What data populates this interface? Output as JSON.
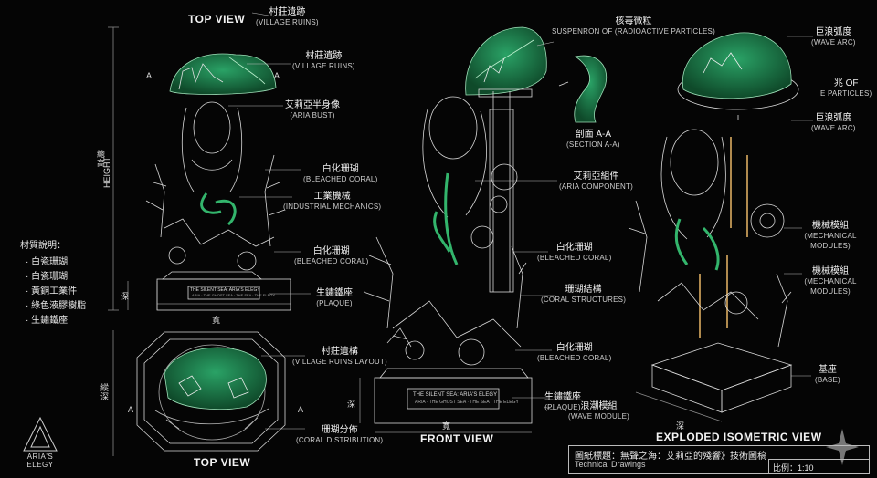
{
  "views": {
    "top_view_title": "TOP VIEW",
    "top_view_bottom_title": "TOP VIEW",
    "front_view_title": "FRONT VIEW",
    "exploded_title": "EXPLODED ISOMETRIC VIEW"
  },
  "labels": [
    {
      "id": "village-ruins-1",
      "zh": "村莊遺跡",
      "en": "(VILLAGE RUINS)"
    },
    {
      "id": "village-ruins-2",
      "zh": "村莊遺跡",
      "en": "(VILLAGE RUINS)"
    },
    {
      "id": "aria-bust",
      "zh": "艾莉亞半身像",
      "en": "(ARIA BUST)"
    },
    {
      "id": "bleached-coral-1",
      "zh": "白化珊瑚",
      "en": "(BLEACHED CORAL)"
    },
    {
      "id": "industrial-mechanics",
      "zh": "工業機械",
      "en": "(INDUSTRIAL MECHANICS)"
    },
    {
      "id": "bleached-coral-2",
      "zh": "白化珊瑚",
      "en": "(BLEACHED CORAL)"
    },
    {
      "id": "plaque-1",
      "zh": "生鏽鐵座",
      "en": "(PLAQUE)"
    },
    {
      "id": "village-ruins-layout",
      "zh": "村莊遺構",
      "en": "(VILLAGE RUINS LAYOUT)"
    },
    {
      "id": "coral-distribution",
      "zh": "珊瑚分佈",
      "en": "(CORAL DISTRIBUTION)"
    },
    {
      "id": "suspension-particles",
      "zh": "核毒微粒",
      "en": "SUSPENRON OF (RADIOACTIVE PARTICLES)"
    },
    {
      "id": "section-a",
      "zh": "剖面 A-A",
      "en": "(SECTION A-A)"
    },
    {
      "id": "aria-component",
      "zh": "艾莉亞組件",
      "en": "(ARIA COMPONENT)"
    },
    {
      "id": "bleached-coral-3",
      "zh": "白化珊瑚",
      "en": "(BLEACHED CORAL)"
    },
    {
      "id": "coral-structures",
      "zh": "珊瑚結構",
      "en": "(CORAL STRUCTURES)"
    },
    {
      "id": "bleached-coral-4",
      "zh": "白化珊瑚",
      "en": "(BLEACHED CORAL)"
    },
    {
      "id": "plaque-2",
      "zh": "生鏽鐵座",
      "en": "(PLAQUE)"
    },
    {
      "id": "wave-module",
      "zh": "浪潮模組",
      "en": "(WAVE MODULE)"
    },
    {
      "id": "wave-arc-1",
      "zh": "巨浪弧度",
      "en": "(WAVE ARC)"
    },
    {
      "id": "particles-cut",
      "zh": "兆 OF",
      "en": "E PARTICLES)"
    },
    {
      "id": "wave-arc-2",
      "zh": "巨浪弧度",
      "en": "(WAVE ARC)"
    },
    {
      "id": "mech-modules-1",
      "zh": "機械模組",
      "en": "(MECHANICAL MODULES)"
    },
    {
      "id": "mech-modules-2",
      "zh": "機械模組",
      "en": "(MECHANICAL MODULES)"
    },
    {
      "id": "base",
      "zh": "基座",
      "en": "(BASE)"
    }
  ],
  "dimensions": {
    "height_zh": "總高",
    "height_en": "HEIGHT",
    "width_zh": "寬",
    "width_zh_2": "寬",
    "depth_zh": "深",
    "depth_zh_2": "深",
    "length_zh": "縱深",
    "section_mark": "A"
  },
  "plaque_text": {
    "line1": "THE SILENT SEA: ARIA'S ELEGY",
    "line2": "ARIA · THE GHOST SEA · THE SEA · THE ELEGY"
  },
  "legend": {
    "title": "材質說明：",
    "items": [
      "白瓷珊瑚",
      "白瓷珊瑚",
      "黃銅工業件",
      "綠色液膠樹脂",
      "生鏽鐵座"
    ]
  },
  "title_block": {
    "main": "圖紙標題：無聲之海：艾莉亞的殘響》技術圖稿",
    "sub": "Technical Drawings",
    "scale": "比例：1:10"
  },
  "logo": {
    "name": "ARIA'S ELEGY"
  },
  "colors": {
    "background": "#050505",
    "line": "#d8d8d8",
    "resin": "#1f7a47",
    "brass": "#b08a4e"
  }
}
